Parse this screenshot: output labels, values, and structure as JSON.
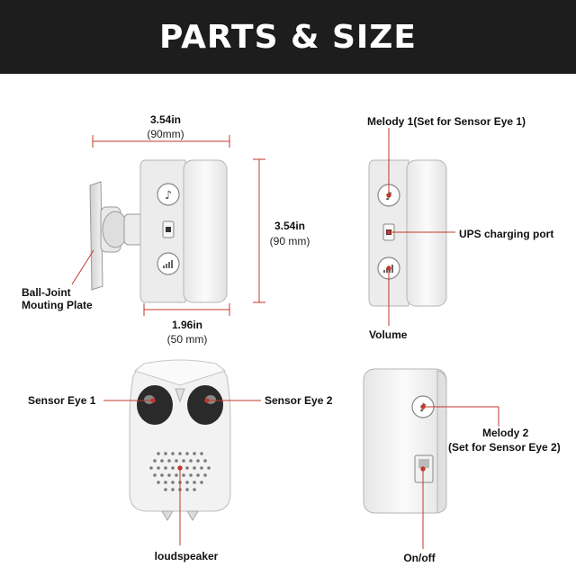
{
  "title": "PARTS & SIZE",
  "dimensions": {
    "width_in": "3.54in",
    "width_mm": "(90mm)",
    "height_in": "3.54in",
    "height_mm": "(90 mm)",
    "depth_in": "1.96in",
    "depth_mm": "(50 mm)"
  },
  "labels": {
    "mount_plate": "Ball-Joint\nMouting Plate",
    "melody1": "Melody 1(Set for Sensor Eye 1)",
    "ups_port": "UPS charging port",
    "volume": "Volume",
    "sensor_eye1": "Sensor Eye 1",
    "sensor_eye2": "Sensor Eye 2",
    "loudspeaker": "loudspeaker",
    "melody2_line1": "Melody 2",
    "melody2_line2": "(Set for Sensor Eye 2)",
    "onoff": "On/off"
  },
  "colors": {
    "header_bg": "#1d1d1d",
    "dimension_line": "#c0392b",
    "device_body": "#f3f3f3"
  },
  "icons": [
    "music-note-icon",
    "usb-port-icon",
    "volume-bars-icon"
  ]
}
